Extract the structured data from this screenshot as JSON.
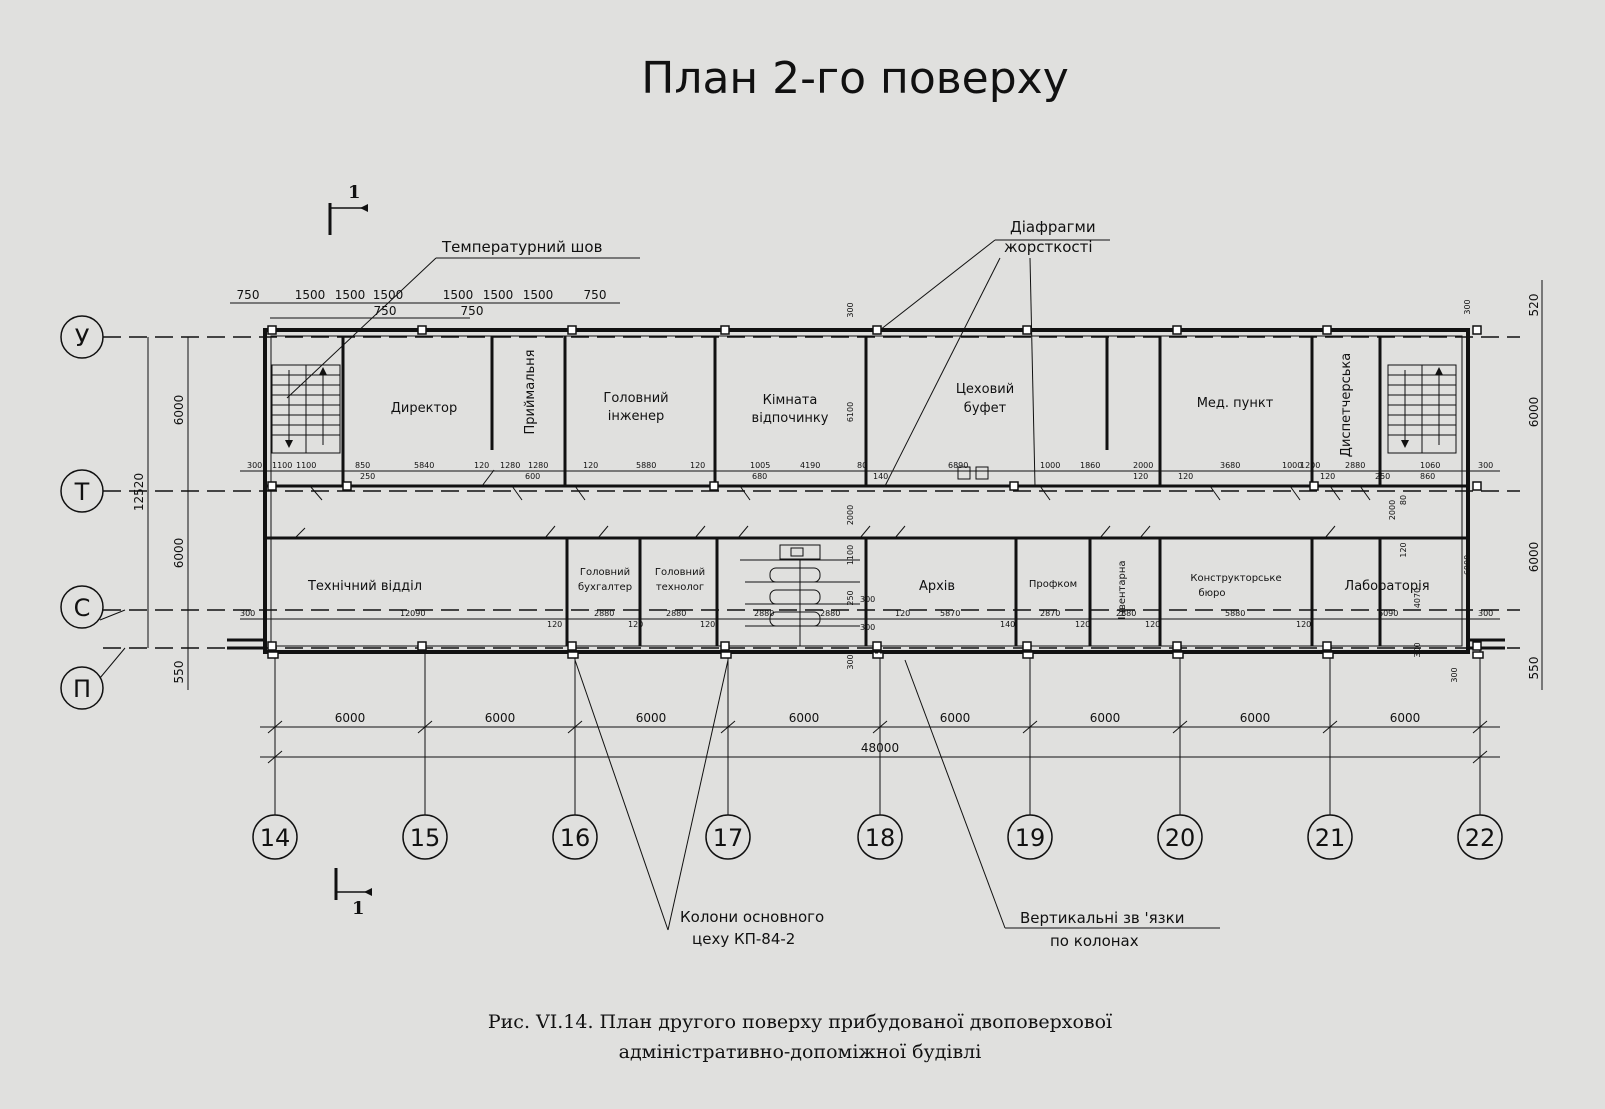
{
  "title": "План 2-го поверху",
  "caption_line1": "Рис. VI.14. План другого поверху прибудованої двоповерхової",
  "caption_line2": "адміністративно-допоміжної будівлі",
  "section_mark": "1",
  "callouts": {
    "temperature_joint": "Температурний шов",
    "stiffness_diaphragms_1": "Діафрагми",
    "stiffness_diaphragms_2": "жорсткості",
    "columns_1": "Колони основного",
    "columns_2": "цеху КП-84-2",
    "vertical_links_1": "Вертикальні зв 'язки",
    "vertical_links_2": "по колонах"
  },
  "row_axes": [
    "У",
    "Т",
    "С",
    "П"
  ],
  "column_axes": [
    "14",
    "15",
    "16",
    "17",
    "18",
    "19",
    "20",
    "21",
    "22"
  ],
  "rooms_top": {
    "director": "Директор",
    "reception": "Приймальня",
    "chief_engineer_1": "Головний",
    "chief_engineer_2": "інженер",
    "rest_room_1": "Кімната",
    "rest_room_2": "відпочинку",
    "buffet_1": "Цеховий",
    "buffet_2": "буфет",
    "med_point": "Мед. пункт",
    "dispatcher": "Диспетчерська"
  },
  "rooms_bottom": {
    "tech_dept": "Технічний відділ",
    "chief_accountant_1": "Головний",
    "chief_accountant_2": "бухгалтер",
    "chief_technologist_1": "Головний",
    "chief_technologist_2": "технолог",
    "archive": "Архів",
    "trade_union": "Профком",
    "inventory": "Інвентарна",
    "design_bureau_1": "Конструкторське",
    "design_bureau_2": "бюро",
    "laboratory": "Лабораторія"
  },
  "dims_top_chain": [
    "750",
    "1500",
    "1500",
    "1500",
    "1500",
    "1500",
    "1500",
    "750"
  ],
  "dims_top_offset": [
    "750",
    "750"
  ],
  "dims_left": [
    "6000",
    "12520",
    "6000",
    "550"
  ],
  "dims_right": [
    "520",
    "6000",
    "6000",
    "550"
  ],
  "dims_right_small": [
    "300",
    "300",
    "300",
    "6000"
  ],
  "dims_spans": [
    "6000",
    "6000",
    "6000",
    "6000",
    "6000",
    "6000",
    "6000",
    "6000"
  ],
  "dims_total": "48000",
  "dims_corridor_top": [
    "300",
    "1100",
    "1100",
    "850",
    "250",
    "5840",
    "120",
    "1280",
    "1280",
    "600",
    "120",
    "5880",
    "120",
    "1005",
    "680",
    "4190",
    "80",
    "140",
    "6890",
    "1000",
    "1860",
    "2000",
    "120",
    "120",
    "3680",
    "1000",
    "1200",
    "120",
    "2880",
    "250",
    "1060",
    "860",
    "300"
  ],
  "dims_corridor_bottom": [
    "300",
    "12090",
    "120",
    "2880",
    "120",
    "2880",
    "120",
    "2880",
    "2880",
    "120",
    "5870",
    "140",
    "2870",
    "120",
    "2880",
    "120",
    "5880",
    "120",
    "6090",
    "300"
  ],
  "dims_misc": [
    "6100",
    "2000",
    "1100",
    "250",
    "2000",
    "80",
    "120",
    "4070",
    "300",
    "300",
    "300",
    "300"
  ]
}
